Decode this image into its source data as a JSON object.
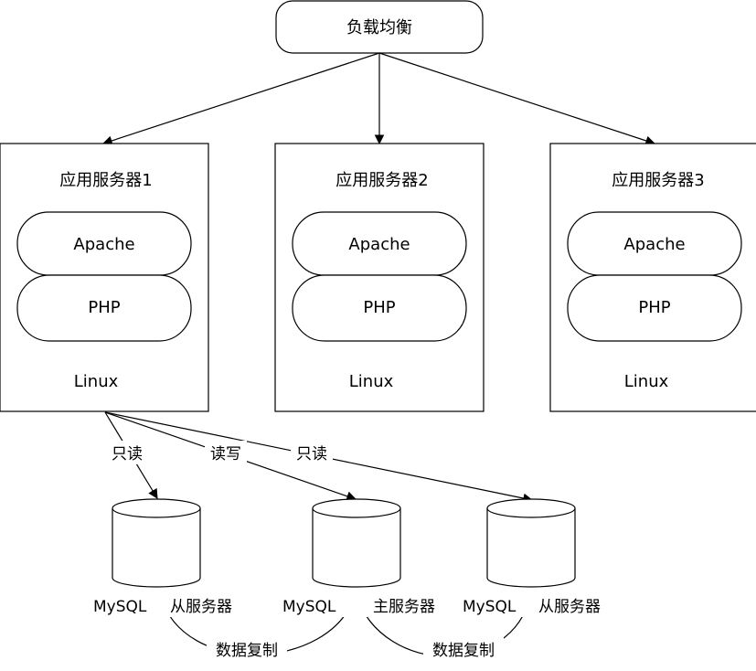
{
  "load_balancer": {
    "label": "负载均衡"
  },
  "app_servers": [
    {
      "title": "应用服务器1",
      "web": "Apache",
      "lang": "PHP",
      "os": "Linux"
    },
    {
      "title": "应用服务器2",
      "web": "Apache",
      "lang": "PHP",
      "os": "Linux"
    },
    {
      "title": "应用服务器3",
      "web": "Apache",
      "lang": "PHP",
      "os": "Linux"
    }
  ],
  "db_links": {
    "read_only_left": "只读",
    "read_write": "读写",
    "read_only_right": "只读"
  },
  "databases": [
    {
      "name": "MySQL",
      "role": "从服务器"
    },
    {
      "name": "MySQL",
      "role": "主服务器"
    },
    {
      "name": "MySQL",
      "role": "从服务器"
    }
  ],
  "replication": {
    "left": "数据复制",
    "right": "数据复制"
  }
}
